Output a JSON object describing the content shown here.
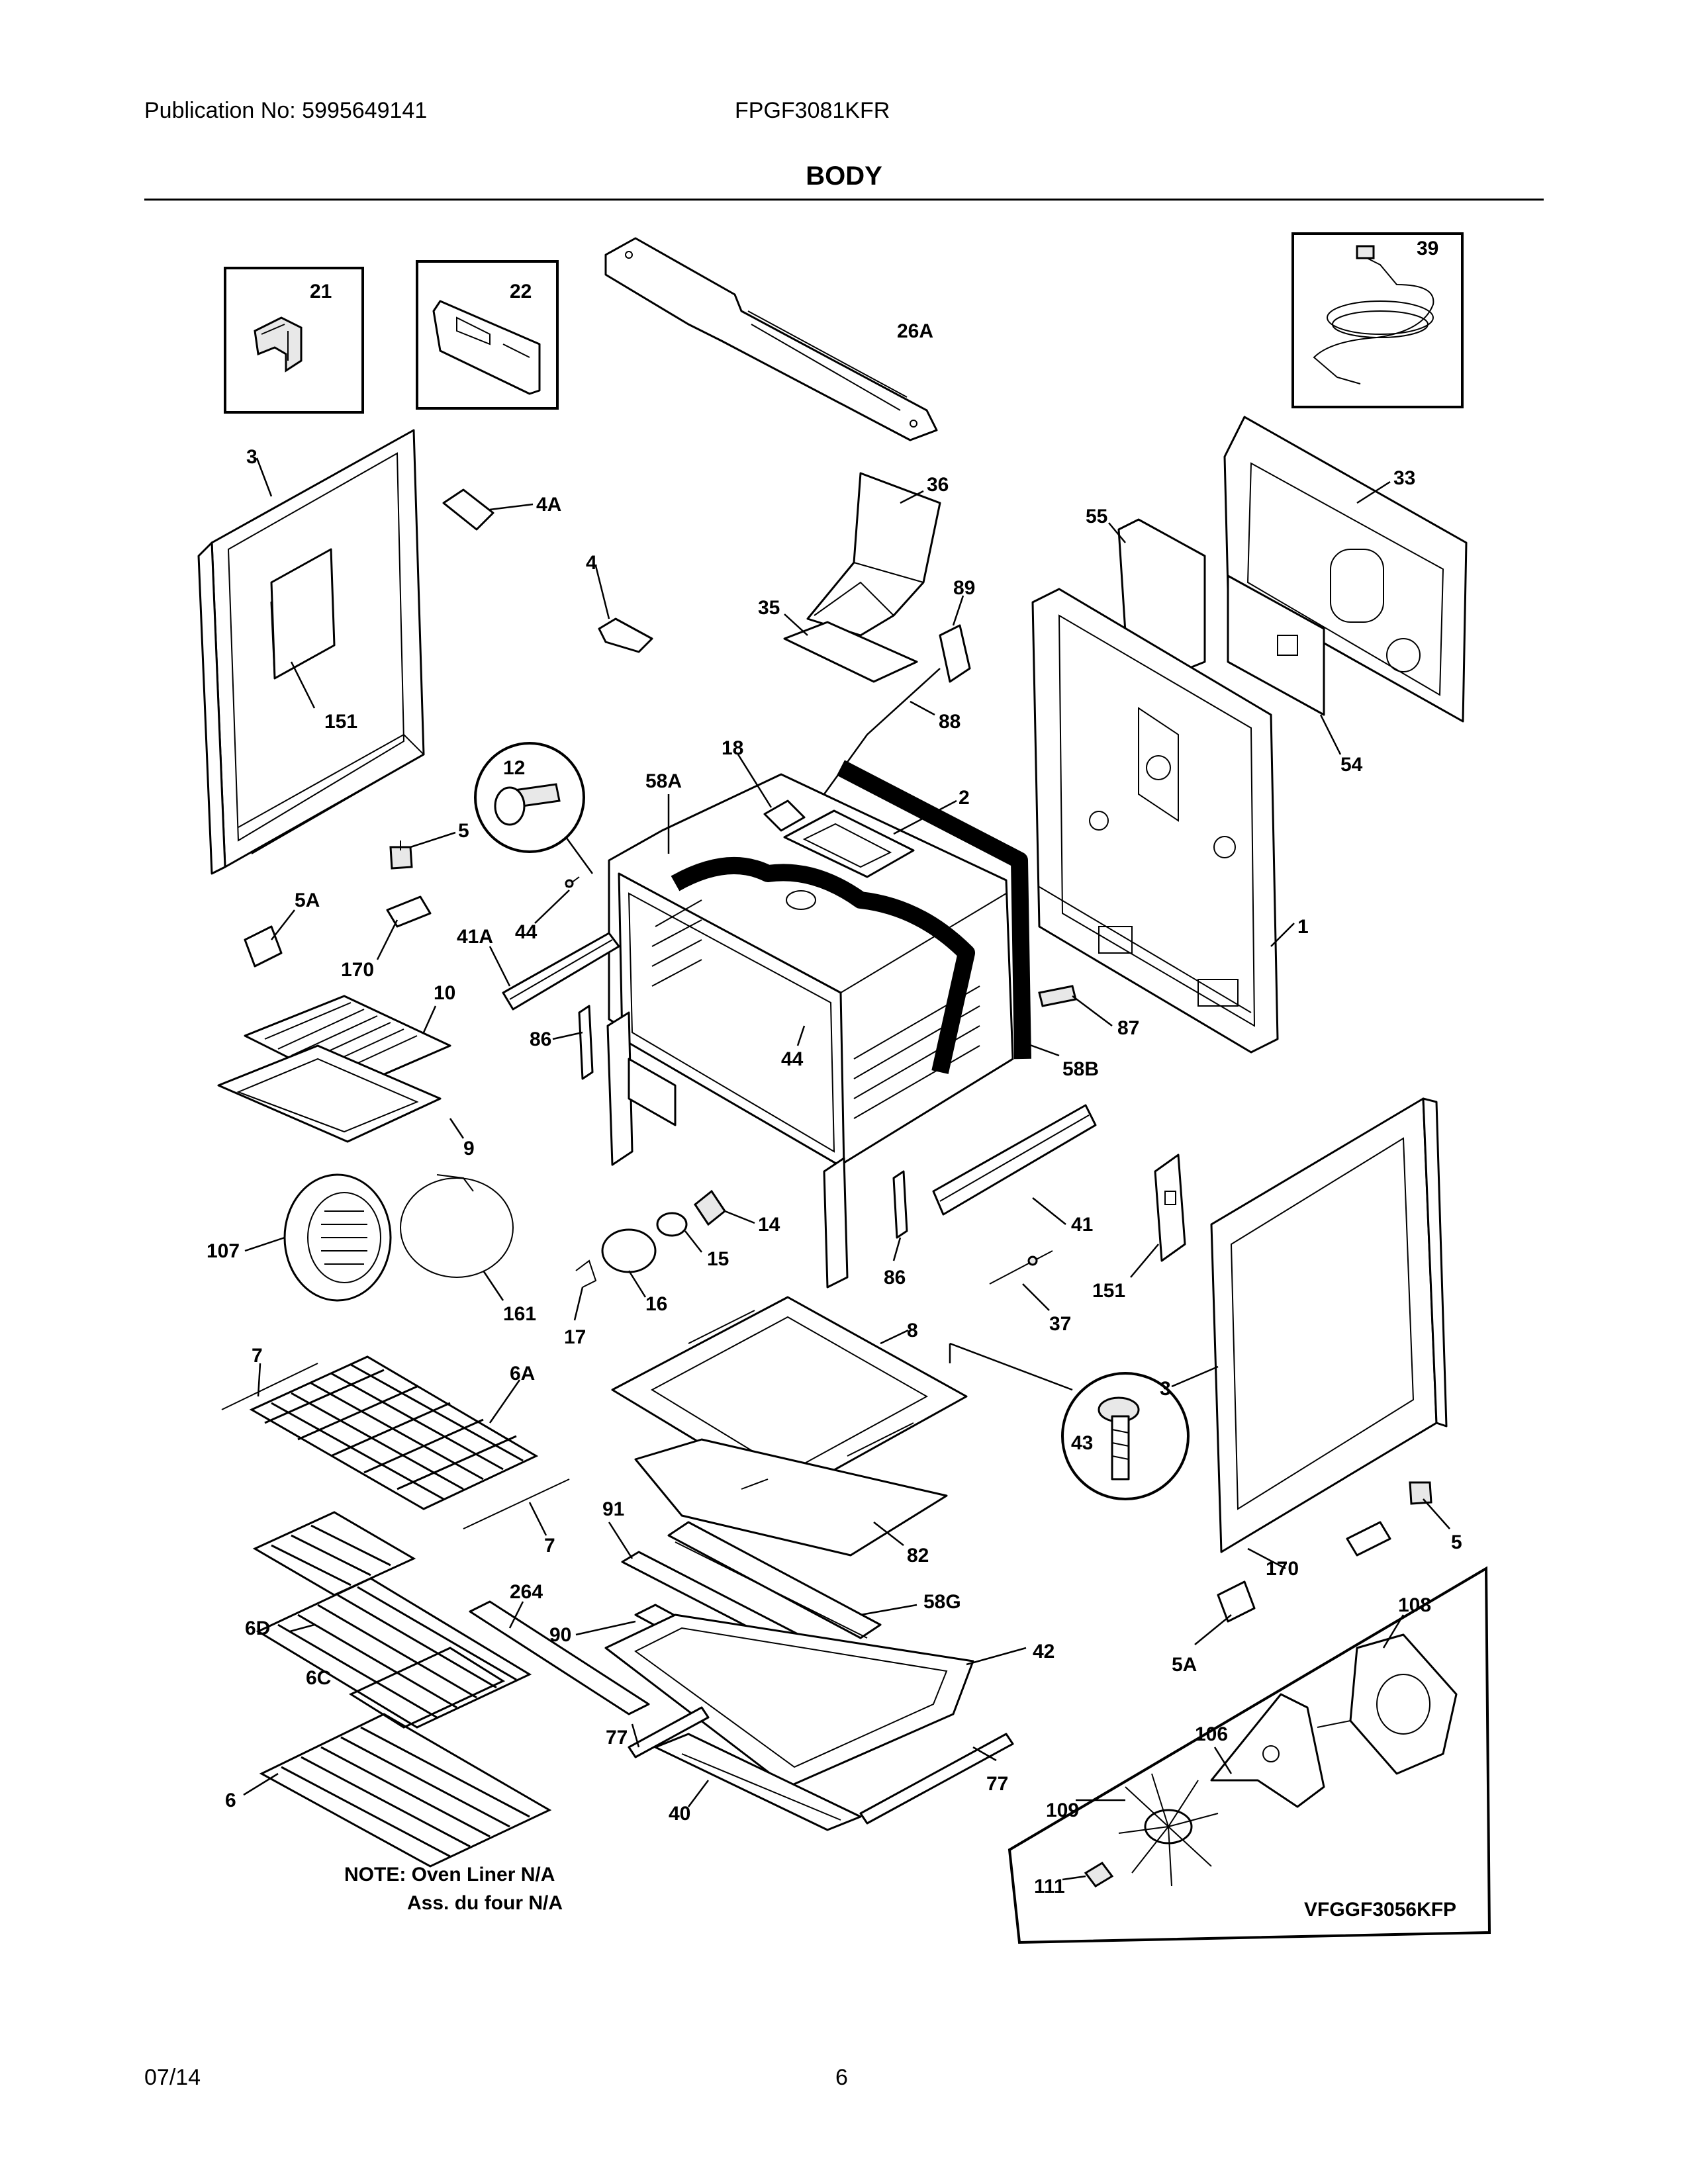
{
  "header": {
    "publication": "Publication No: 5995649141",
    "model": "FPGF3081KFR",
    "section_title": "BODY"
  },
  "footer": {
    "date": "07/14",
    "page_number": "6"
  },
  "note": {
    "line1": "NOTE: Oven Liner N/A",
    "line2": "Ass. du four N/A"
  },
  "inset_model": "VFGGF3056KFP",
  "callouts": {
    "c21": "21",
    "c22": "22",
    "c26A": "26A",
    "c39": "39",
    "c3_left": "3",
    "c4A": "4A",
    "c4": "4",
    "c36": "36",
    "c33": "33",
    "c55": "55",
    "c35": "35",
    "c89": "89",
    "c88": "88",
    "c54": "54",
    "c151_left": "151",
    "c12": "12",
    "c18": "18",
    "c58A": "58A",
    "c2": "2",
    "c1": "1",
    "c5_left": "5",
    "c5A_left": "5A",
    "c44_a": "44",
    "c170_left": "170",
    "c41A": "41A",
    "c10": "10",
    "c87": "87",
    "c86_left": "86",
    "c44_b": "44",
    "c58B": "58B",
    "c9": "9",
    "c107": "107",
    "c14": "14",
    "c15": "15",
    "c41": "41",
    "c151_right": "151",
    "c161": "161",
    "c86_right": "86",
    "c16": "16",
    "c17": "17",
    "c37": "37",
    "c7_top": "7",
    "c6A": "6A",
    "c8": "8",
    "c3_right": "3",
    "c43": "43",
    "c7_mid": "7",
    "c91": "91",
    "c82": "82",
    "c5_right": "5",
    "c264": "264",
    "c58G": "58G",
    "c170_right": "170",
    "c108": "108",
    "c6D": "6D",
    "c90": "90",
    "c42": "42",
    "c5A_right": "5A",
    "c6C": "6C",
    "c106": "106",
    "c77_left": "77",
    "c77_right": "77",
    "c6": "6",
    "c40": "40",
    "c109": "109",
    "c111": "111"
  }
}
